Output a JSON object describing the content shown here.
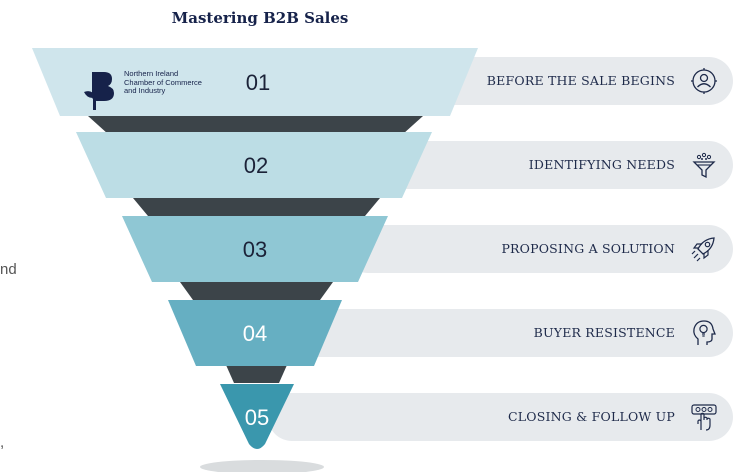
{
  "title": "Mastering B2B Sales",
  "logo": {
    "lines": [
      "Northern Ireland",
      "Chamber of Commerce",
      "and Industry"
    ]
  },
  "stages": [
    {
      "number": "01",
      "label": "BEFORE THE SALE BEGINS",
      "icon": "user-circle-icon",
      "color": "#cfe5ec"
    },
    {
      "number": "02",
      "label": "IDENTIFYING NEEDS",
      "icon": "filter-funnel-icon",
      "color": "#bcdde5"
    },
    {
      "number": "03",
      "label": "PROPOSING A SOLUTION",
      "icon": "rocket-icon",
      "color": "#8fc7d4"
    },
    {
      "number": "04",
      "label": "BUYER RESISTENCE",
      "icon": "head-lightbulb-icon",
      "color": "#66afc2"
    },
    {
      "number": "05",
      "label": "CLOSING & FOLLOW UP",
      "icon": "hand-touch-icon",
      "color": "#3a97ad"
    }
  ],
  "colors": {
    "stem": "#3c4449",
    "band": "#e7eaed",
    "ink": "#1e2a4a"
  },
  "cropped_edge_text": [
    "nd",
    ","
  ]
}
